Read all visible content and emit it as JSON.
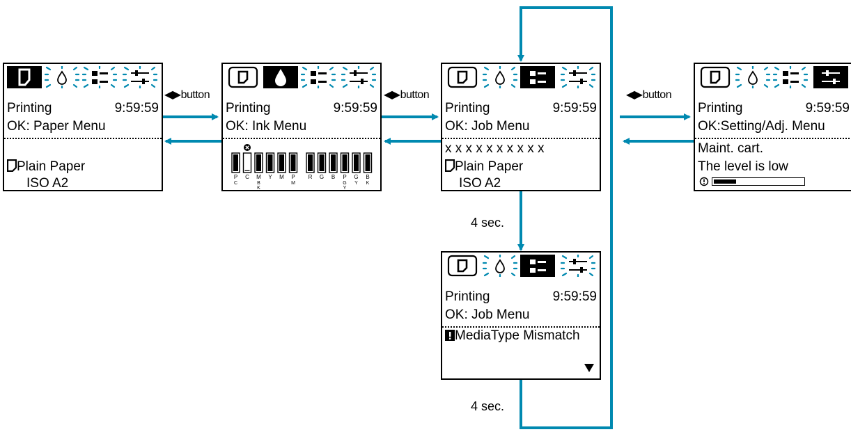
{
  "colors": {
    "accent": "#0089b0",
    "screen_bg": "#ffffff",
    "ink": "#000000"
  },
  "labels": {
    "button_label": "◀▶button",
    "four_sec": "4 sec."
  },
  "screens": [
    {
      "id": "paper",
      "tabs": [
        "paper-icon-active",
        "ink-blink",
        "job-blink",
        "settings-blink"
      ],
      "line1": "Printing",
      "time": "9:59:59",
      "line2": "OK: Paper Menu",
      "detail": [
        "Plain Paper",
        "ISO A2"
      ]
    },
    {
      "id": "ink",
      "tabs": [
        "paper-icon",
        "ink-icon-active",
        "job-blink",
        "settings-blink"
      ],
      "line1": "Printing",
      "time": "9:59:59",
      "line2": "OK: Ink Menu",
      "ink_levels": [
        {
          "code": "P",
          "sub": "C",
          "level": 1.0
        },
        {
          "code": "C",
          "sub": "",
          "level": 0.05
        },
        {
          "code": "M",
          "sub": "BK",
          "level": 1.0
        },
        {
          "code": "Y",
          "sub": "",
          "level": 1.0
        },
        {
          "code": "M",
          "sub": "",
          "level": 1.0
        },
        {
          "code": "P",
          "sub": "M",
          "level": 1.0
        },
        {
          "code": "R",
          "sub": "",
          "level": 1.0
        },
        {
          "code": "G",
          "sub": "",
          "level": 1.0
        },
        {
          "code": "B",
          "sub": "",
          "level": 1.0
        },
        {
          "code": "P",
          "sub": "GY",
          "level": 1.0
        },
        {
          "code": "G",
          "sub": "Y",
          "level": 1.0
        },
        {
          "code": "B",
          "sub": "K",
          "level": 1.0
        }
      ],
      "ink_error_index": 1
    },
    {
      "id": "job",
      "tabs": [
        "paper-icon",
        "ink-blink",
        "job-icon-active",
        "settings-blink"
      ],
      "line1": "Printing",
      "time": "9:59:59",
      "line2": "OK: Job Menu",
      "detail": [
        "x x x x x x x x x x",
        "Plain Paper",
        "ISO A2"
      ]
    },
    {
      "id": "job-warning",
      "tabs": [
        "paper-icon",
        "ink-blink",
        "job-icon-active",
        "settings-blink"
      ],
      "line1": "Printing",
      "time": "9:59:59",
      "line2": "OK: Job Menu",
      "detail": [
        "MediaType Mismatch"
      ]
    },
    {
      "id": "settings",
      "tabs": [
        "paper-icon",
        "ink-blink",
        "job-blink",
        "settings-icon-active"
      ],
      "line1": "Printing",
      "time": "9:59:59",
      "line2": "OK:Setting/Adj. Menu",
      "detail": [
        "Maint. cart.",
        "The level is low"
      ],
      "maintenance_level": 0.25
    }
  ]
}
